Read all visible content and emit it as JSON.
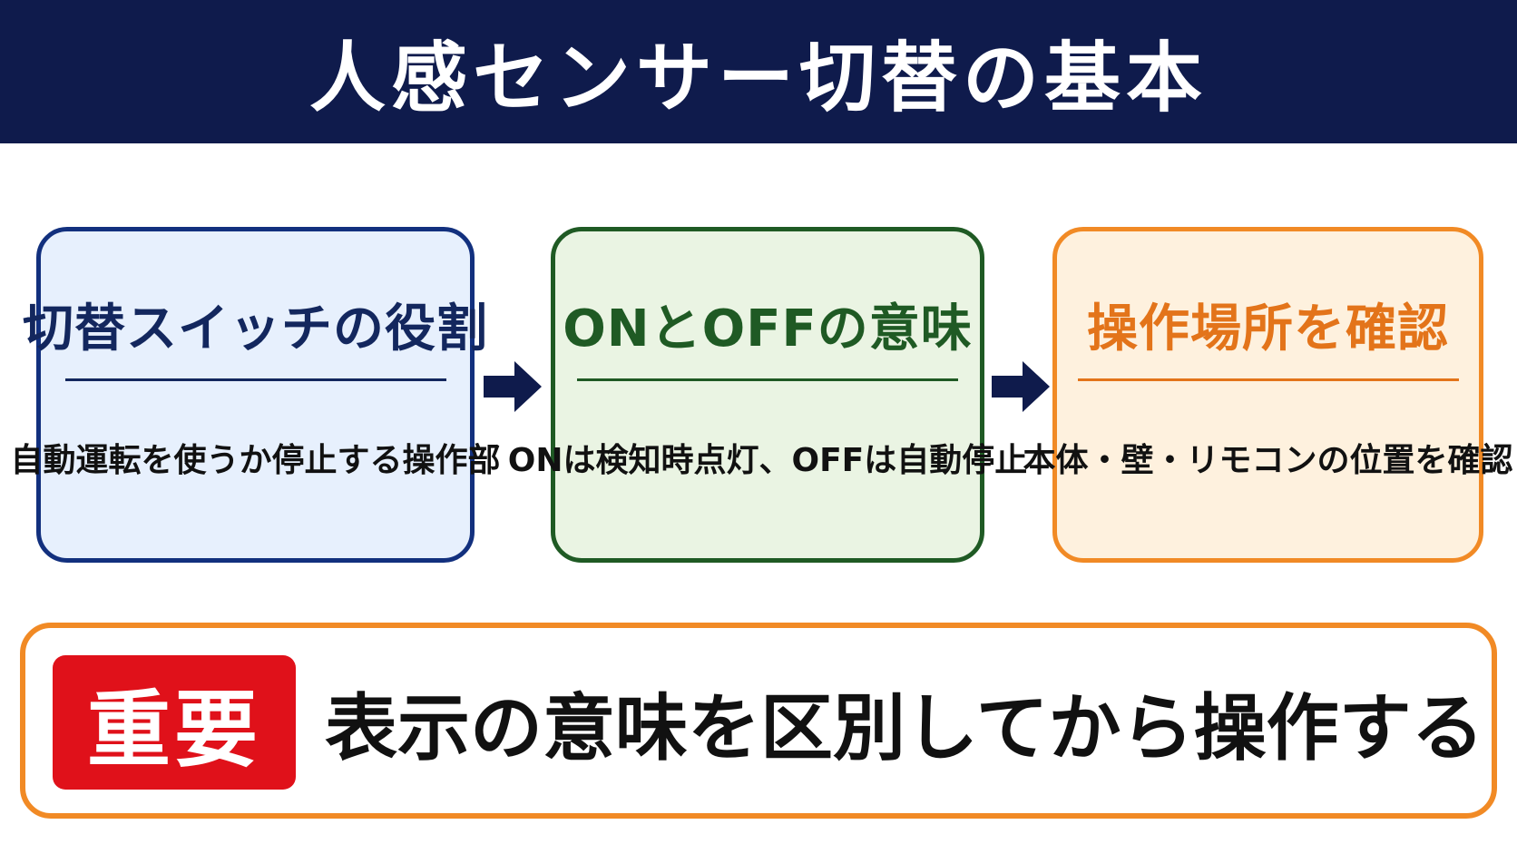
{
  "header": {
    "title": "人感センサー切替の基本"
  },
  "steps": [
    {
      "title": "切替スイッチの役割",
      "description": "自動運転を使うか停止する操作部"
    },
    {
      "title": "ONとOFFの意味",
      "description": "ONは検知時点灯、OFFは自動停止"
    },
    {
      "title": "操作場所を確認",
      "description": "本体・壁・リモコンの位置を確認"
    }
  ],
  "banner": {
    "badge": "重要",
    "text": "表示の意味を区別してから操作する"
  },
  "colors": {
    "header_bg": "#0f1b4c",
    "step1": "#13275e",
    "step2": "#1f5a24",
    "step3": "#e3741a",
    "banner_border": "#f18a25",
    "badge_bg": "#e0111a",
    "arrow": "#0f1b4c"
  },
  "icons": {
    "connector": "arrow-right-icon"
  }
}
